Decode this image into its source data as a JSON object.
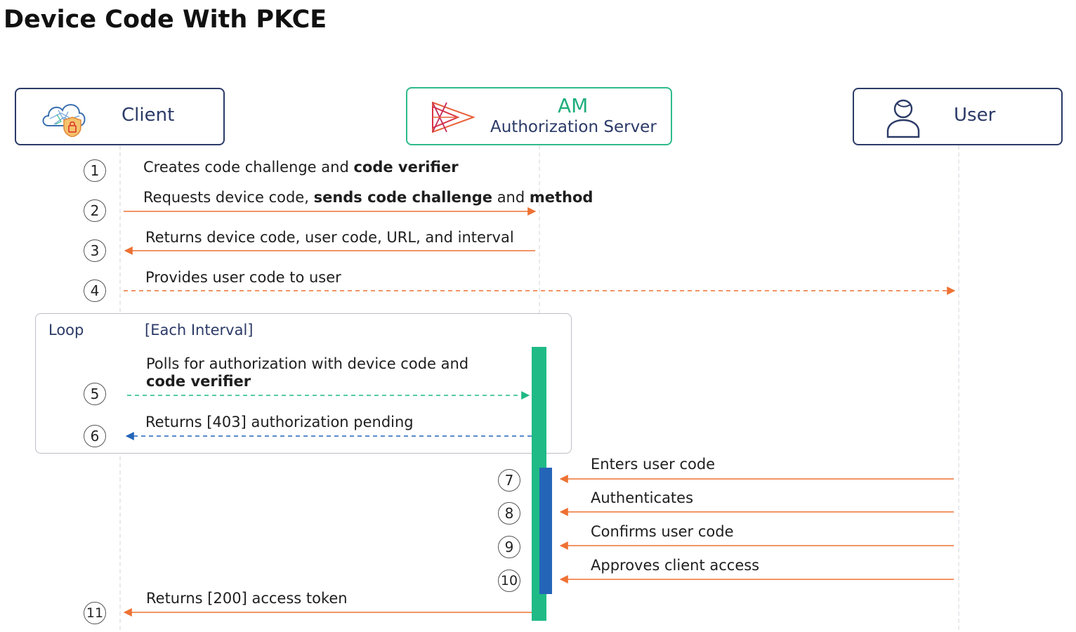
{
  "title": "Device Code With PKCE",
  "actors": {
    "client": {
      "label": "Client",
      "icon": "cloud-lock-icon"
    },
    "am": {
      "title": "AM",
      "subtitle": "Authorization Server",
      "icon": "forgerock-logo-icon"
    },
    "user": {
      "label": "User",
      "icon": "user-icon"
    }
  },
  "loop": {
    "label": "Loop",
    "condition": "[Each Interval]"
  },
  "steps": [
    {
      "num": "1",
      "text": "Creates code challenge and ",
      "bold": "code verifier"
    },
    {
      "num": "2",
      "text": "Requests device code, ",
      "bold": "sends code challenge",
      "text2": " and ",
      "bold2": "method"
    },
    {
      "num": "3",
      "text": "Returns device code, user code, URL, and interval"
    },
    {
      "num": "4",
      "text": "Provides user code to user"
    },
    {
      "num": "5",
      "text": "Polls for authorization with device code and",
      "bold": "code verifier"
    },
    {
      "num": "6",
      "text": "Returns [403] authorization pending"
    },
    {
      "num": "7",
      "text": "Enters user code"
    },
    {
      "num": "8",
      "text": "Authenticates"
    },
    {
      "num": "9",
      "text": "Confirms user code"
    },
    {
      "num": "10",
      "text": "Approves client access"
    },
    {
      "num": "11",
      "text": "Returns [200] access token"
    }
  ],
  "colors": {
    "orange": "#ee7133",
    "green": "#1fba86",
    "blue": "#2465b8",
    "navy": "#2b3a67"
  }
}
